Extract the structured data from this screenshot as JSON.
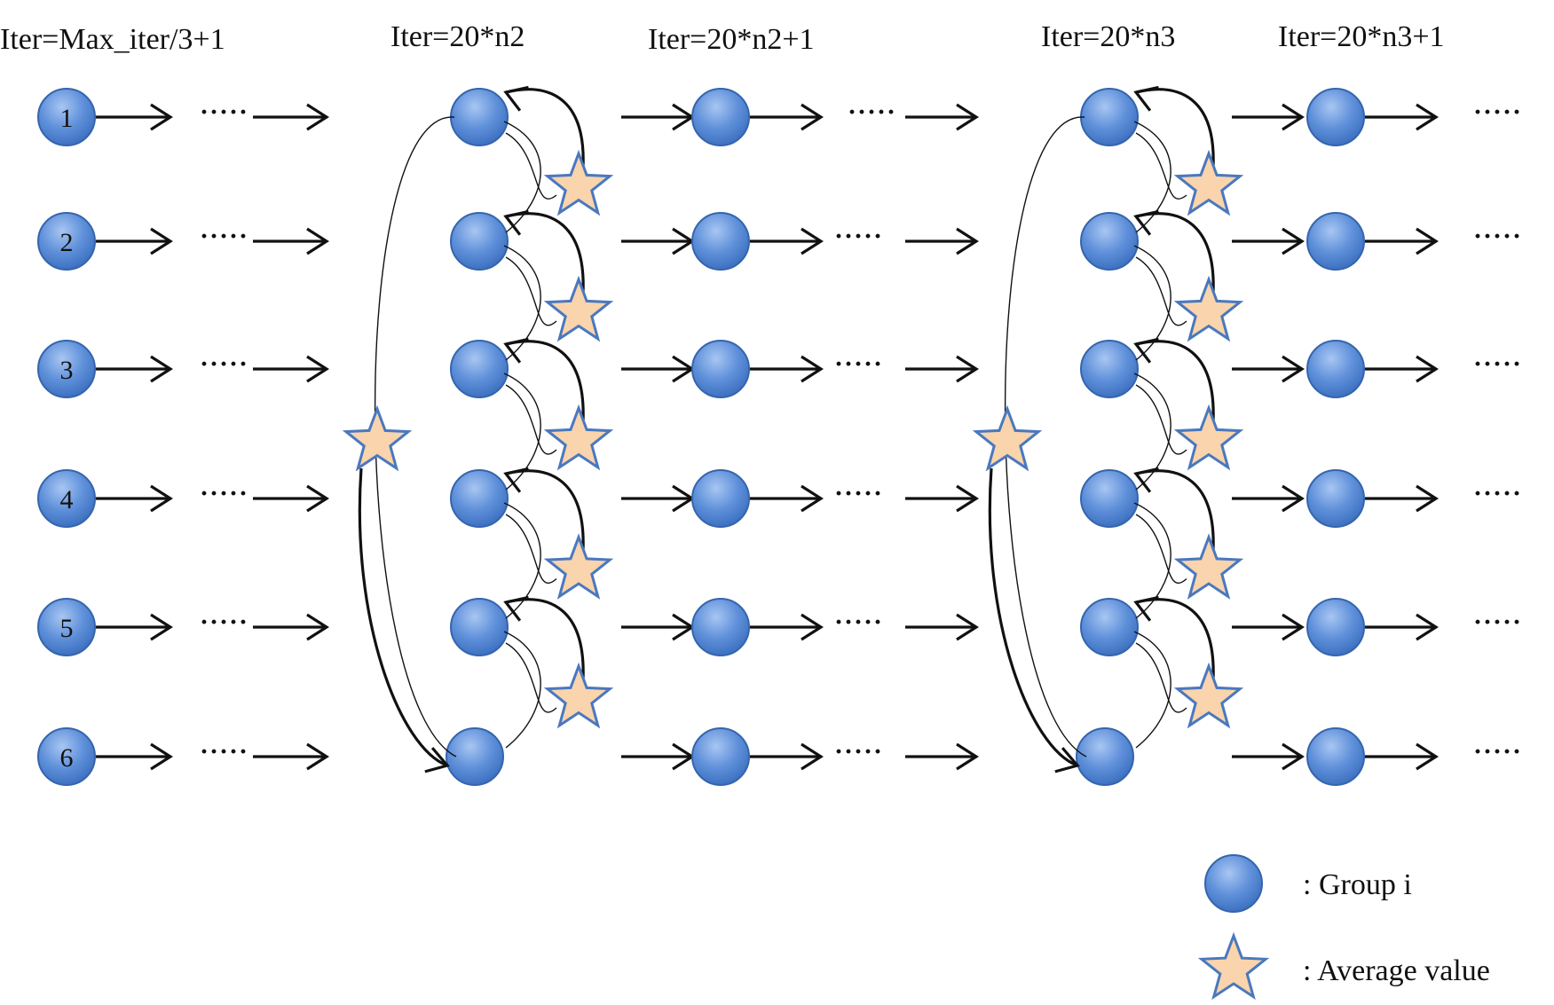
{
  "column_titles": [
    "Iter=Max_iter/3+1",
    "Iter=20*n2",
    "Iter=20*n2+1",
    "Iter=20*n3",
    "Iter=20*n3+1"
  ],
  "group_numbers": [
    "1",
    "2",
    "3",
    "4",
    "5",
    "6"
  ],
  "ellipsis": "·····",
  "legend": {
    "group_label": ": Group i",
    "average_label": ": Average value"
  },
  "colors": {
    "node_fill_top": "#8fb3ea",
    "node_fill_bottom": "#3f74c4",
    "node_stroke": "#3565ad",
    "star_fill": "#f9d4ac",
    "star_stroke": "#4a78bf",
    "line": "#111111"
  },
  "icons": {
    "group_node": "circle-node-icon",
    "average_value": "star-icon",
    "transition": "arrow-right-icon"
  }
}
